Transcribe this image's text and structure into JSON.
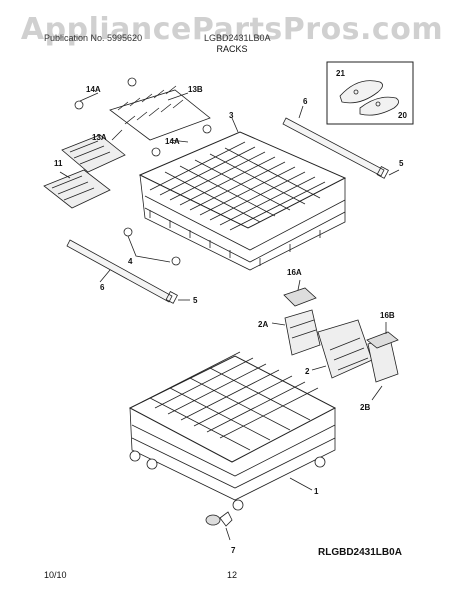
{
  "watermark": "AppliancePartsPros.com",
  "header": {
    "left": "Publication No. 5995620",
    "right": "LGBD2431LB0A"
  },
  "section_title": "RACKS",
  "callouts": {
    "c14A_top": "14A",
    "c13B": "13B",
    "c13A": "13A",
    "c14A_mid": "14A",
    "c11": "11",
    "c3": "3",
    "c6_top": "6",
    "c5_top": "5",
    "c21": "21",
    "c20": "20",
    "c4": "4",
    "c6_bot": "6",
    "c5_bot": "5",
    "c16A": "16A",
    "c16B": "16B",
    "c2A": "2A",
    "c2": "2",
    "c2B": "2B",
    "c1": "1",
    "c7": "7"
  },
  "diagram_code": "RLGBD2431LB0A",
  "footer": {
    "date": "10/10",
    "page": "12"
  }
}
